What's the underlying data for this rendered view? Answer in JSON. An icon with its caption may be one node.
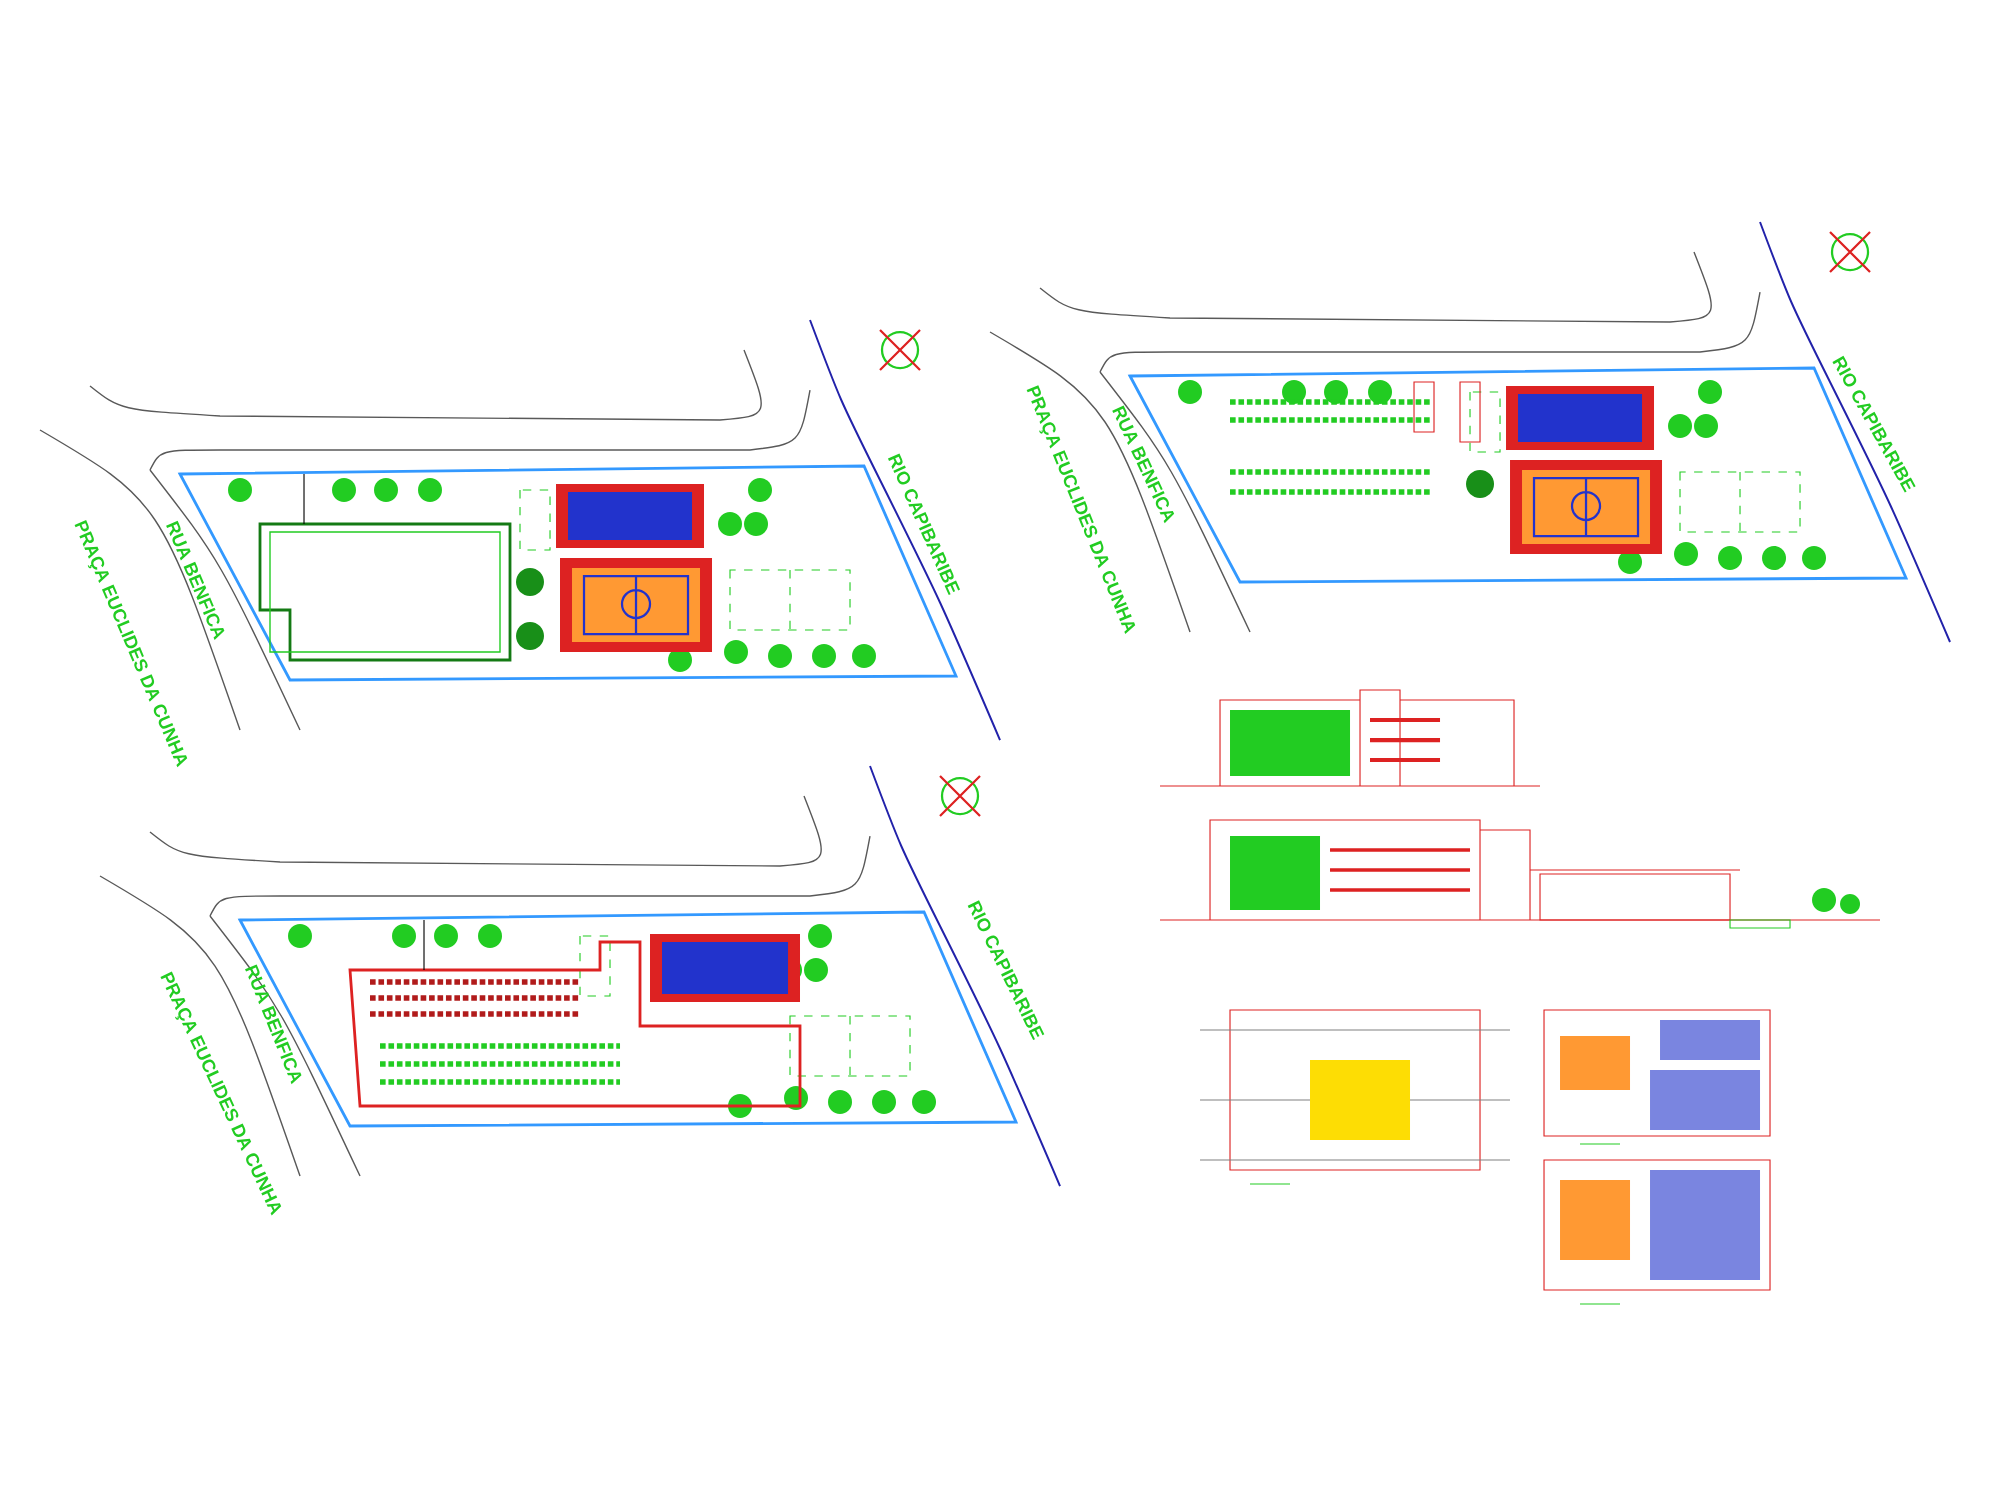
{
  "diagram": {
    "labels": [
      "RUA BENFICA",
      "PRAÇA EUCLIDES DA CUNHA",
      "RIO CAPIBARIBE",
      "PRAÇA EUCLIDES DA CUNHA",
      "RUA BENFICA",
      "RIO CAPIBARIBE",
      "RUA BENFICA",
      "PRAÇA EUCLIDES DA CUNHA",
      "RIO CAPIBARIBE"
    ]
  }
}
